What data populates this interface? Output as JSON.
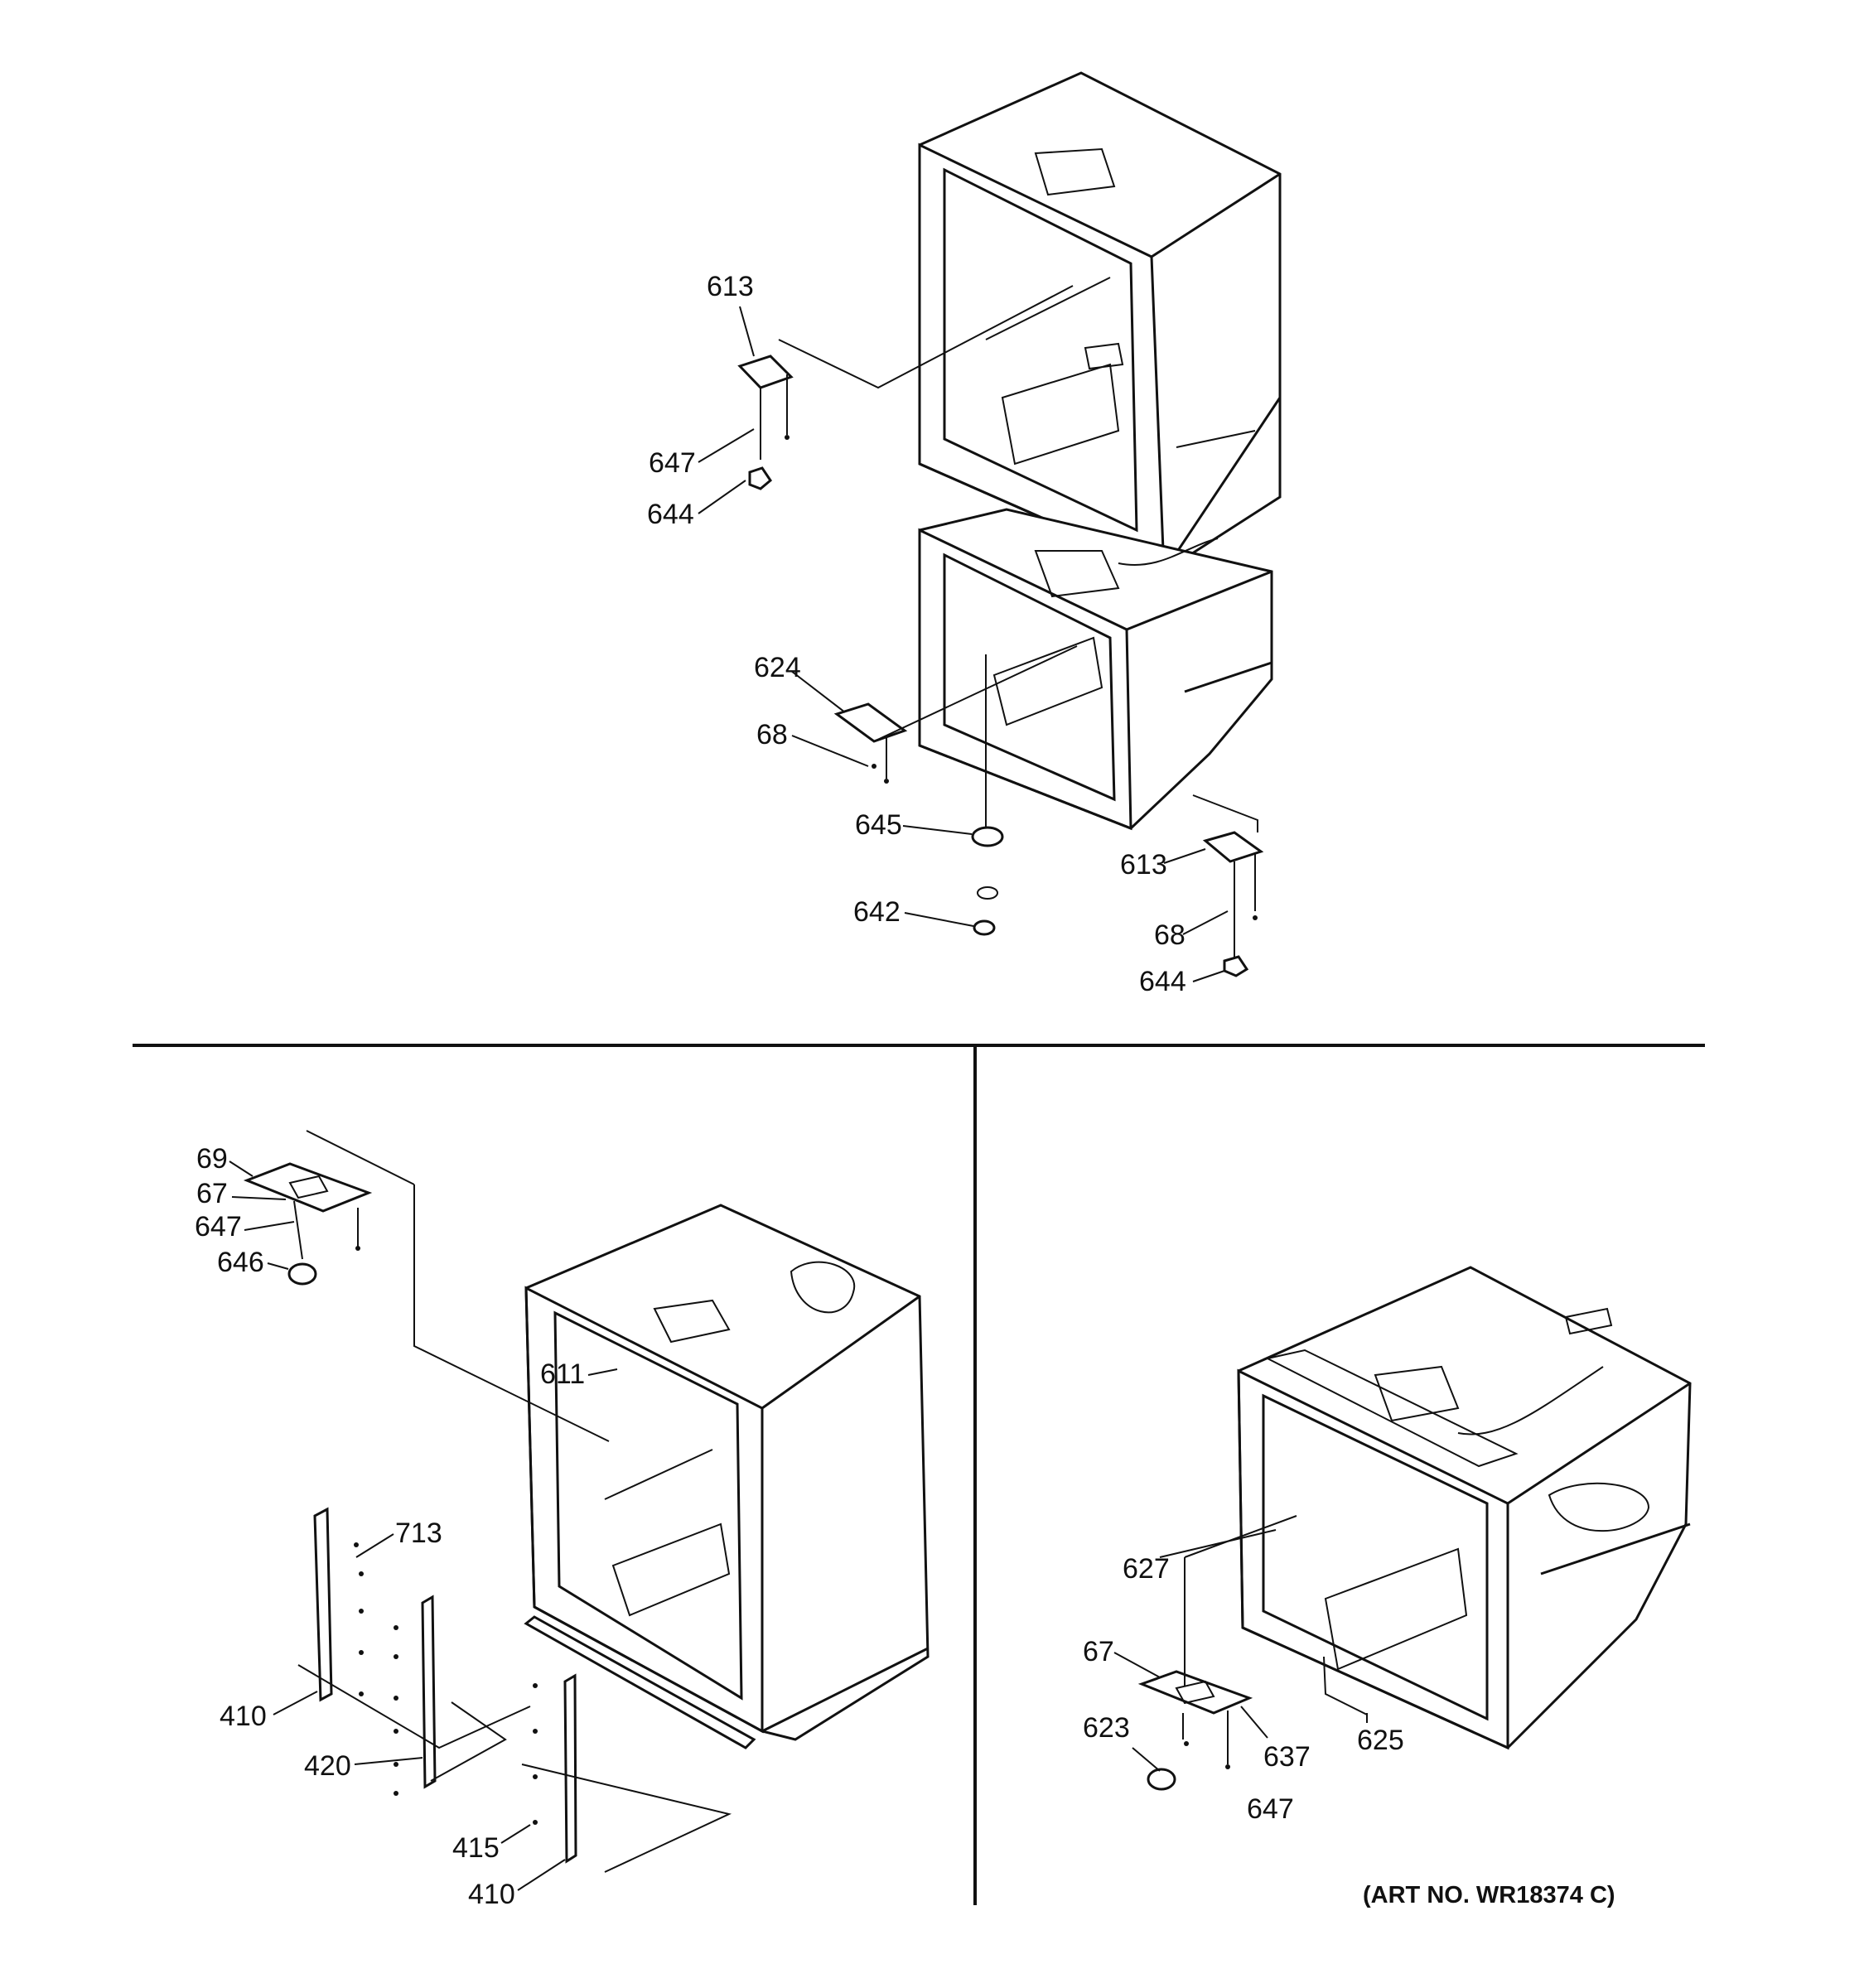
{
  "diagram": {
    "art_number": "(ART NO. WR18374 C)",
    "callouts": {
      "top": [
        "613",
        "647",
        "644",
        "624",
        "68",
        "645",
        "642",
        "613",
        "68",
        "644"
      ],
      "bottom_left": [
        "69",
        "67",
        "647",
        "646",
        "611",
        "713",
        "410",
        "420",
        "415",
        "410"
      ],
      "bottom_right": [
        "627",
        "67",
        "623",
        "637",
        "625",
        "647"
      ]
    }
  }
}
